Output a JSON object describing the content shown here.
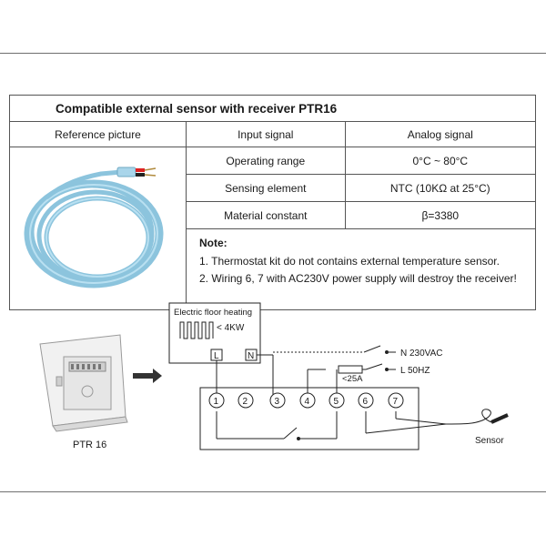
{
  "table": {
    "title": "Compatible external sensor with receiver PTR16",
    "headers": [
      "Reference picture",
      "Input signal",
      "Analog signal"
    ],
    "rows": [
      {
        "label": "Operating range",
        "value": "0°C ~ 80°C"
      },
      {
        "label": "Sensing element",
        "value": "NTC (10KΩ at 25°C)"
      },
      {
        "label": "Material constant",
        "value": "β=3380"
      }
    ],
    "note": {
      "title": "Note:",
      "lines": [
        "1. Thermostat kit do not contains external temperature sensor.",
        "2. Wiring 6, 7 with AC230V power supply will destroy the receiver!"
      ]
    }
  },
  "diagram": {
    "receiver_label": "PTR 16",
    "heater_title": "Electric floor heating",
    "heater_power": "< 4KW",
    "heater_terminal_l": "L",
    "heater_terminal_n": "N",
    "supply_n": "N  230VAC",
    "supply_l": "L  50HZ",
    "fuse_label": "<25A",
    "terminals": [
      "1",
      "2",
      "3",
      "4",
      "5",
      "6",
      "7"
    ],
    "sensor_label": "Sensor"
  },
  "colors": {
    "cable": "#9ecfe6",
    "line": "#222222",
    "rule": "#6f6f6f"
  }
}
